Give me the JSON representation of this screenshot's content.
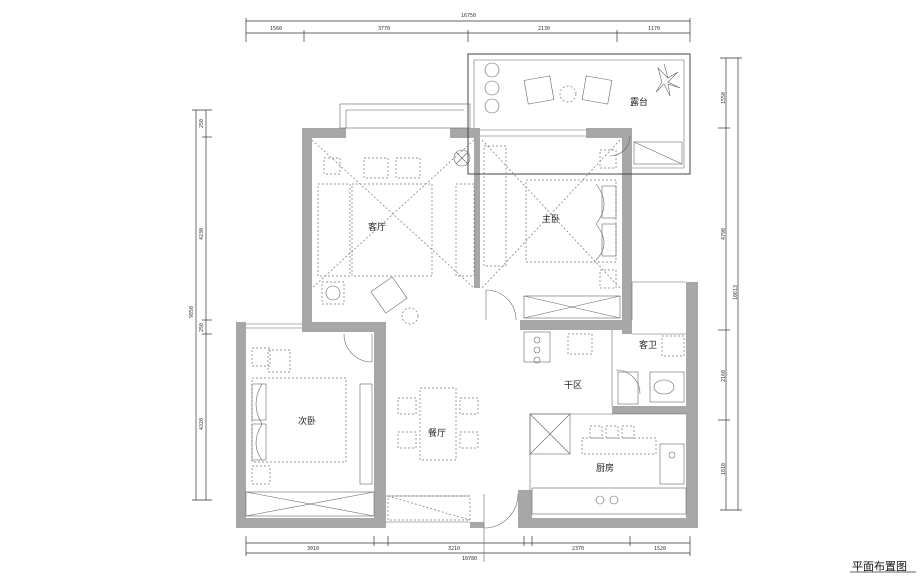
{
  "plan": {
    "title": "平面布置图",
    "rooms": {
      "living": "客厅",
      "master": "主卧",
      "balcony": "露台",
      "guest_bath": "客卫",
      "dry_area": "干区",
      "second_bed": "次卧",
      "dining": "餐厅",
      "kitchen": "厨房"
    },
    "dims_top": {
      "total": "16750",
      "seg1": "1560",
      "seg2": "3770",
      "seg3": "2130",
      "seg4": "1170"
    },
    "dims_bottom": {
      "total": "10780",
      "seg1": "3010",
      "seg2": "3210",
      "seg3": "2370",
      "seg4": "1520"
    },
    "dims_left": {
      "total": "9850",
      "seg1": "250",
      "seg2": "4230",
      "seg3": "250",
      "seg4": "4320"
    },
    "dims_right": {
      "total": "10613",
      "seg1": "1550",
      "seg2": "4790",
      "seg3": "2160",
      "seg4": "1610"
    }
  }
}
